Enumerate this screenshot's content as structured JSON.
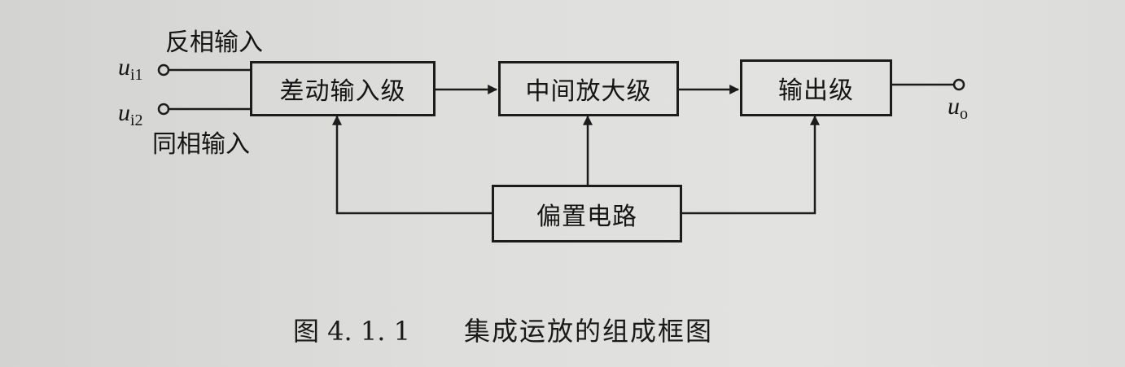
{
  "inputs": {
    "inverting_label": "反相输入",
    "noninverting_label": "同相输入",
    "ui1_main": "u",
    "ui1_sub": "i1",
    "ui2_main": "u",
    "ui2_sub": "i2"
  },
  "blocks": {
    "differential_input": "差动输入级",
    "intermediate_amp": "中间放大级",
    "output_stage": "输出级",
    "bias_circuit": "偏置电路"
  },
  "output": {
    "uo_main": "u",
    "uo_sub": "o"
  },
  "caption": {
    "figure_number": "图 4. 1. 1",
    "title": "集成运放的组成框图"
  }
}
